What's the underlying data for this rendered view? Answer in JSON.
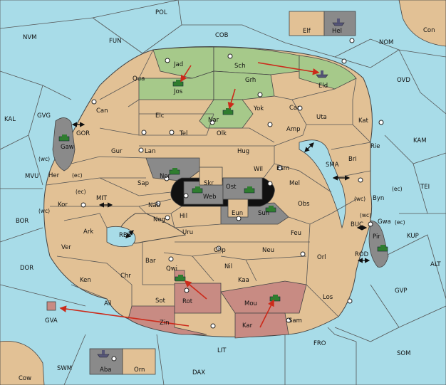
{
  "colors": {
    "sea": "#a8dce8",
    "land": "#e2c195",
    "green_power": "#a6c98a",
    "pink_power": "#c88b83",
    "gray_power": "#8a8a8a",
    "order_arrow": "#cc2a1a"
  },
  "seas": [
    {
      "id": "POL",
      "label": "POL"
    },
    {
      "id": "NVM",
      "label": "NVM"
    },
    {
      "id": "FUN",
      "label": "FUN"
    },
    {
      "id": "COB",
      "label": "COB"
    },
    {
      "id": "NOM",
      "label": "NOM"
    },
    {
      "id": "Con",
      "label": "Con"
    },
    {
      "id": "OVD",
      "label": "OVD"
    },
    {
      "id": "KAL",
      "label": "KAL"
    },
    {
      "id": "GVG",
      "label": "GVG"
    },
    {
      "id": "KAM",
      "label": "KAM"
    },
    {
      "id": "MVU",
      "label": "MVU"
    },
    {
      "id": "TEI",
      "label": "TEI"
    },
    {
      "id": "BOR",
      "label": "BOR"
    },
    {
      "id": "KUP",
      "label": "KUP"
    },
    {
      "id": "ALT",
      "label": "ALT"
    },
    {
      "id": "DOR",
      "label": "DOR"
    },
    {
      "id": "GVP",
      "label": "GVP"
    },
    {
      "id": "FRO",
      "label": "FRO"
    },
    {
      "id": "SOM",
      "label": "SOM"
    },
    {
      "id": "LIT",
      "label": "LIT"
    },
    {
      "id": "SWM",
      "label": "SWM"
    },
    {
      "id": "DAX",
      "label": "DAX"
    },
    {
      "id": "Cow",
      "label": "Cow"
    },
    {
      "id": "GVA",
      "label": "GVA"
    },
    {
      "id": "MIT",
      "label": "MIT"
    },
    {
      "id": "SMA",
      "label": "SMA"
    },
    {
      "id": "RBU",
      "label": "RBU"
    },
    {
      "id": "GOR",
      "label": "GOR"
    },
    {
      "id": "BUC",
      "label": "BUC"
    },
    {
      "id": "ROD",
      "label": "ROD"
    }
  ],
  "provinces": [
    {
      "id": "Jad",
      "label": "Jad"
    },
    {
      "id": "Sch",
      "label": "Sch"
    },
    {
      "id": "Qua",
      "label": "Qua"
    },
    {
      "id": "Jos",
      "label": "Jos"
    },
    {
      "id": "Grh",
      "label": "Grh"
    },
    {
      "id": "Eld",
      "label": "Eld"
    },
    {
      "id": "Can",
      "label": "Can"
    },
    {
      "id": "Elc",
      "label": "Elc"
    },
    {
      "id": "Nar",
      "label": "Nar"
    },
    {
      "id": "Yok",
      "label": "Yok"
    },
    {
      "id": "Car",
      "label": "Car"
    },
    {
      "id": "Uta",
      "label": "Uta"
    },
    {
      "id": "Kat",
      "label": "Kat"
    },
    {
      "id": "Tel",
      "label": "Tel"
    },
    {
      "id": "Olk",
      "label": "Olk"
    },
    {
      "id": "Amp",
      "label": "Amp"
    },
    {
      "id": "Gaw",
      "label": "Gaw"
    },
    {
      "id": "Gur",
      "label": "Gur"
    },
    {
      "id": "Lan",
      "label": "Lan"
    },
    {
      "id": "Hug",
      "label": "Hug"
    },
    {
      "id": "Rie",
      "label": "Rie"
    },
    {
      "id": "Bri",
      "label": "Bri"
    },
    {
      "id": "Nor",
      "label": "Nor"
    },
    {
      "id": "Wil",
      "label": "Wil"
    },
    {
      "id": "Esm",
      "label": "Esm"
    },
    {
      "id": "Her",
      "label": "Her"
    },
    {
      "id": "Skr",
      "label": "Skr"
    },
    {
      "id": "Sap",
      "label": "Sap"
    },
    {
      "id": "Ost",
      "label": "Ost"
    },
    {
      "id": "Mel",
      "label": "Mel"
    },
    {
      "id": "Web",
      "label": "Web"
    },
    {
      "id": "Byn",
      "label": "Byn"
    },
    {
      "id": "Kor",
      "label": "Kor"
    },
    {
      "id": "Nab",
      "label": "Nab"
    },
    {
      "id": "Obs",
      "label": "Obs"
    },
    {
      "id": "Eun",
      "label": "Eun"
    },
    {
      "id": "Sun",
      "label": "Sun"
    },
    {
      "id": "Gwa",
      "label": "Gwa"
    },
    {
      "id": "Hil",
      "label": "Hil"
    },
    {
      "id": "Nog",
      "label": "Nog"
    },
    {
      "id": "Ark",
      "label": "Ark"
    },
    {
      "id": "Uru",
      "label": "Uru"
    },
    {
      "id": "Feu",
      "label": "Feu"
    },
    {
      "id": "Pir",
      "label": "Pir"
    },
    {
      "id": "Ver",
      "label": "Ver"
    },
    {
      "id": "Chp",
      "label": "Chp"
    },
    {
      "id": "Neu",
      "label": "Neu"
    },
    {
      "id": "Bar",
      "label": "Bar"
    },
    {
      "id": "Orl",
      "label": "Orl"
    },
    {
      "id": "Qwi",
      "label": "Qwi"
    },
    {
      "id": "Nil",
      "label": "Nil"
    },
    {
      "id": "Ken",
      "label": "Ken"
    },
    {
      "id": "Chr",
      "label": "Chr"
    },
    {
      "id": "Kaa",
      "label": "Kaa"
    },
    {
      "id": "Ail",
      "label": "Ail"
    },
    {
      "id": "Sot",
      "label": "Sot"
    },
    {
      "id": "Rot",
      "label": "Rot"
    },
    {
      "id": "Mou",
      "label": "Mou"
    },
    {
      "id": "Los",
      "label": "Los"
    },
    {
      "id": "Zin",
      "label": "Zin"
    },
    {
      "id": "Kar",
      "label": "Kar"
    },
    {
      "id": "Sam",
      "label": "Sam"
    },
    {
      "id": "Elf",
      "label": "Elf"
    },
    {
      "id": "Hel",
      "label": "Hel"
    },
    {
      "id": "Aba",
      "label": "Aba"
    },
    {
      "id": "Orn",
      "label": "Orn"
    }
  ],
  "coast_labels": [
    "(wc)",
    "(ec)",
    "(ec)",
    "(wc)",
    "(wc)",
    "(ec)",
    "(wc)",
    "(ec)"
  ]
}
